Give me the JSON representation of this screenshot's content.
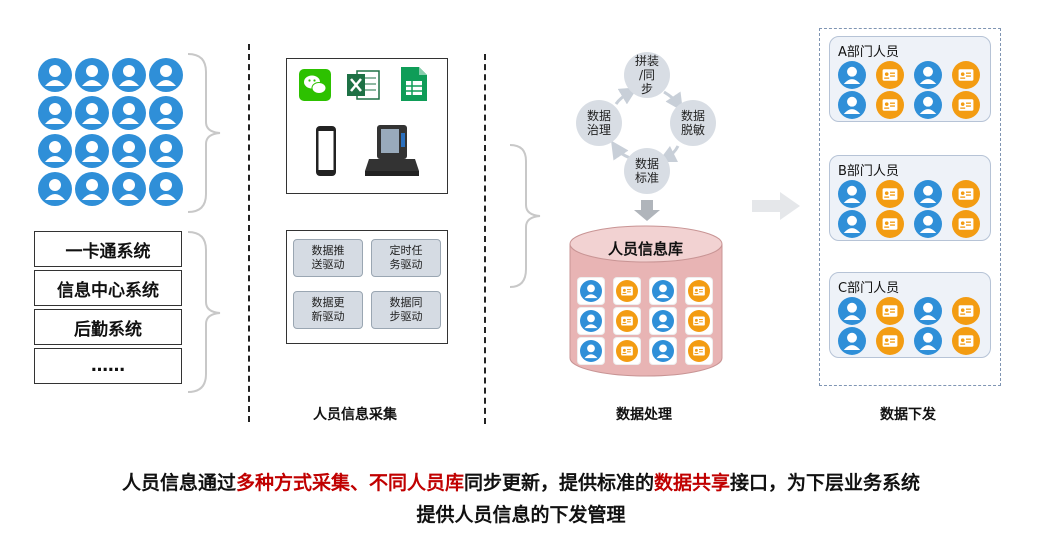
{
  "systems": [
    "一卡通系统",
    "信息中心系统",
    "后勤系统",
    "……"
  ],
  "collection": {
    "drivers": [
      "数据推\n送驱动",
      "定时任\n务驱动",
      "数据更\n新驱动",
      "数据同\n步驱动"
    ],
    "label": "人员信息采集"
  },
  "processing": {
    "cycle": [
      "拼装\n/同\n步",
      "数据\n脱敏",
      "数据\n标准",
      "数据\n治理"
    ],
    "db_title": "人员信息库",
    "label": "数据处理"
  },
  "distribution": {
    "departments": [
      "A部门人员",
      "B部门人员",
      "C部门人员"
    ],
    "label": "数据下发"
  },
  "summary": {
    "line1": [
      {
        "text": "人员信息通过",
        "highlight": false
      },
      {
        "text": "多种方式采集、不同人员库",
        "highlight": true
      },
      {
        "text": "同步更新，提供标准的",
        "highlight": false
      },
      {
        "text": "数据共享",
        "highlight": true
      },
      {
        "text": "接口，为下层业务系统",
        "highlight": false
      }
    ],
    "line2": "提供人员信息的下发管理"
  },
  "colors": {
    "person_blue": "#2f8fd8",
    "card_orange": "#f39c12",
    "highlight_red": "#c00000",
    "db_pink": "#e8b4b4"
  }
}
